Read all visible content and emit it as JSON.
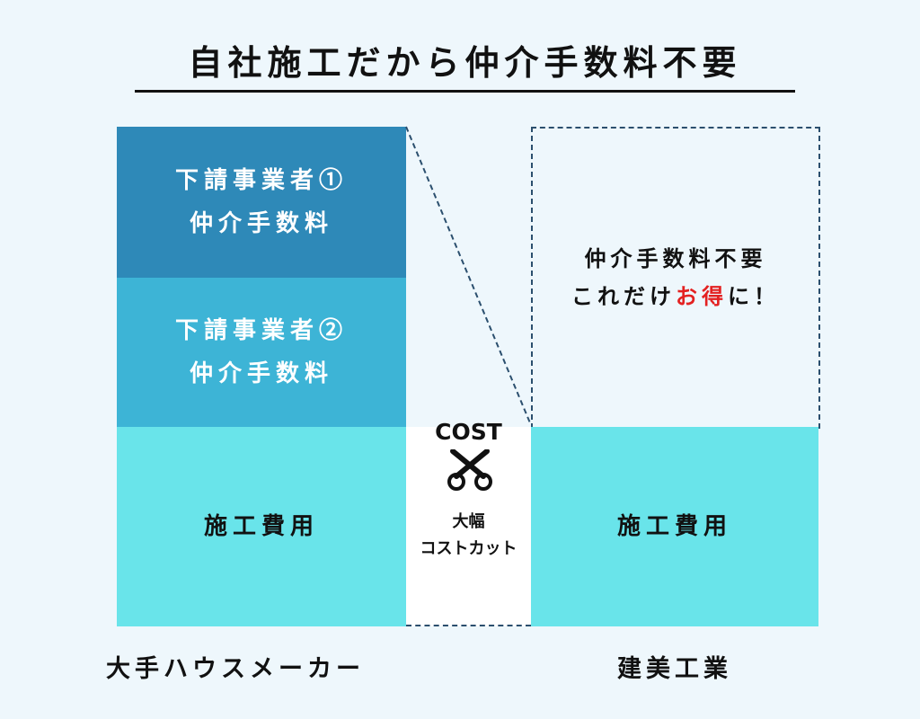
{
  "title": "自社施工だから仲介手数料不要",
  "left_column": {
    "blocks": [
      {
        "line1": "下請事業者①",
        "line2": "仲介手数料"
      },
      {
        "line1": "下請事業者②",
        "line2": "仲介手数料"
      },
      {
        "line1": "施工費用"
      }
    ],
    "label": "大手ハウスメーカー"
  },
  "right_column": {
    "dashed_box": {
      "line1": "仲介手数料不要",
      "line2_prefix": "これだけ",
      "line2_highlight": "お得",
      "line2_suffix": "に！"
    },
    "block": "施工費用",
    "label": "建美工業"
  },
  "cost_cut": {
    "icon_label": "COST",
    "line1": "大幅",
    "line2": "コストカット"
  },
  "colors": {
    "dark_blue": "#2e89b8",
    "mid_blue": "#3db4d6",
    "light_cyan": "#69e4ea",
    "highlight_red": "#e32121",
    "dash_navy": "#2b4f6e"
  }
}
